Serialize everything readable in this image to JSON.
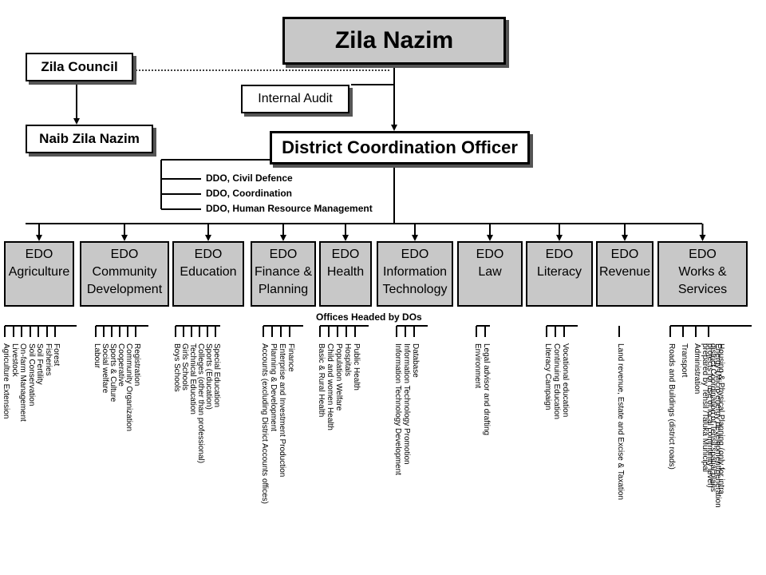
{
  "top": {
    "nazim": "Zila Nazim",
    "council": "Zila Council",
    "naib": "Naib Zila Nazim",
    "audit": "Internal Audit",
    "dco": "District Coordination Officer"
  },
  "ddos": [
    "DDO, Civil Defence",
    "DDO, Coordination",
    "DDO, Human Resource Management"
  ],
  "offices_title": "Offices Headed by DOs",
  "edos": [
    {
      "label": "EDO\nAgriculture",
      "offices": [
        "Agriculture Extension",
        "Livestock",
        "On-farm Management",
        "Soil Conservation",
        "Soil Fertility",
        "Fisheries",
        "Forest"
      ]
    },
    {
      "label": "EDO\nCommunity\nDevelopment",
      "offices": [
        "Labour",
        "Social welfare",
        "Sports & Culture",
        "Cooperative",
        "Community Organization",
        "Registration"
      ]
    },
    {
      "label": "EDO\nEducation",
      "offices": [
        "Boys Schools",
        "Girls Schools",
        "Technical Education",
        "Colleges (other than professional)",
        "Sports (Education)",
        "Special Education"
      ]
    },
    {
      "label": "EDO\nFinance &\nPlanning",
      "offices": [
        "Accounts (excluding District Accounts offices)",
        "Planning & Development",
        "Enterprise and Investment Production",
        "Finance"
      ]
    },
    {
      "label": "EDO\nHealth",
      "offices": [
        "Basic & Rural Health",
        "Child and women Health",
        "Population Welfare",
        "Hospitals",
        "Public Health"
      ]
    },
    {
      "label": "EDO\nInformation\nTechnology",
      "offices": [
        "Information Technology Development",
        "Information Technology Promotion",
        "Database"
      ]
    },
    {
      "label": "EDO\nLaw",
      "offices": [
        "Environment",
        "Legal advisor and drafting"
      ]
    },
    {
      "label": "EDO\nLiteracy",
      "offices": [
        "Literacy Campaign",
        "Continuing Education",
        "Vocational education"
      ]
    },
    {
      "label": "EDO\nRevenue",
      "offices": [
        "Land revenue, Estate and Excise & Taxation"
      ]
    },
    {
      "label": "EDO\nWorks &\nServices",
      "offices": [
        "Roads and Buildings (district roads)",
        "Transport",
        "Housing & Physical Planning (only for intra district Coordination of Tehsil spatial plans prepared by Tehsil /Taluka Municipal Administration",
        "Energy (Micro energy development/generation projects for use of local community level)"
      ]
    }
  ]
}
